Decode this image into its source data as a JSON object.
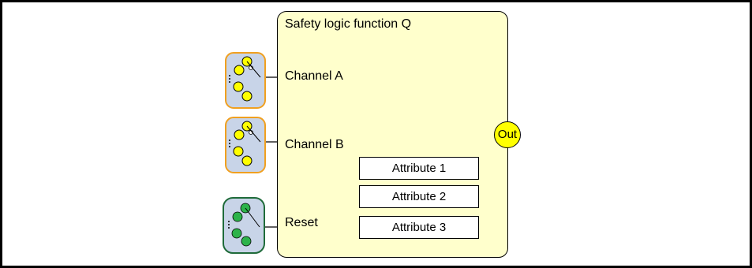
{
  "block": {
    "title": "Safety logic function Q",
    "channels": [
      {
        "label": "Channel A",
        "device_type": "yellow-switch"
      },
      {
        "label": "Channel B",
        "device_type": "yellow-switch"
      },
      {
        "label": "Reset",
        "device_type": "green-switch"
      }
    ],
    "attributes": [
      "Attribute 1",
      "Attribute 2",
      "Attribute 3"
    ],
    "output_label": "Out"
  },
  "colors": {
    "block_fill": "#ffffcc",
    "yellow_device_fill": "#c8d4e8",
    "yellow_device_border": "#f0a020",
    "yellow_contact": "#ffff00",
    "green_device_fill": "#c8d4e8",
    "green_device_border": "#1f6b3a",
    "green_contact": "#2db34a",
    "output_fill": "#ffff00"
  }
}
